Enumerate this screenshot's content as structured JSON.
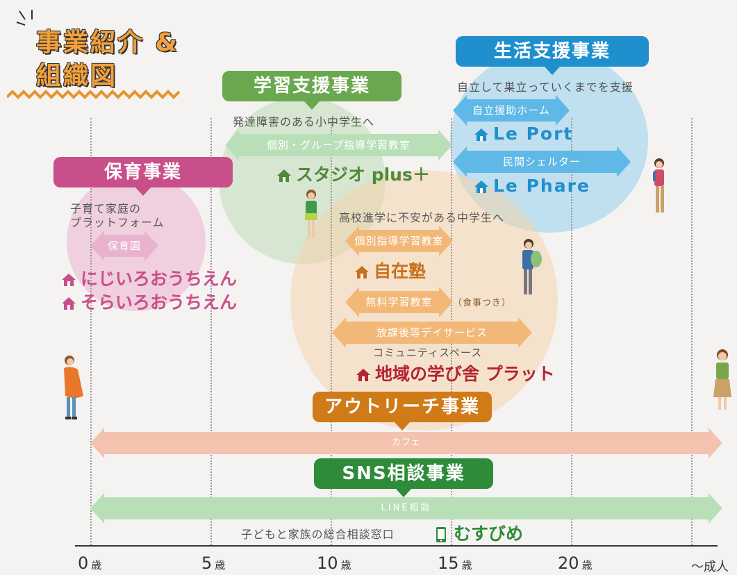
{
  "title": {
    "line1": "事業紹介 &",
    "line2": "組織図"
  },
  "ages": [
    "0",
    "5",
    "10",
    "15",
    "20",
    "〜成人"
  ],
  "age_unit": "歳",
  "colors": {
    "hoiku": "#c94f8a",
    "gakushu": "#6aa84f",
    "seikatsu": "#1f8fce",
    "outreach": "#d17a18",
    "sns": "#2e8b3a",
    "orange_arrow": "#f2b878",
    "pink_arrow": "#e9b3cf",
    "blue_arrow": "#5fb8e6",
    "cafe_arrow": "#f3c3b0",
    "line_arrow": "#b9dfb8"
  },
  "hoiku": {
    "header": "保育事業",
    "desc1": "子育て家庭の",
    "desc2": "プラットフォーム",
    "arrow": "保育園",
    "fac1": "にじいろおうちえん",
    "fac2": "そらいろおうちえん"
  },
  "gakushu": {
    "header": "学習支援事業",
    "desc": "発達障害のある小中学生へ",
    "arrow": "個別・グループ指導学習教室",
    "fac": "スタジオ plus＋",
    "desc2": "高校進学に不安がある中学生へ",
    "arrow2": "個別指導学習教室",
    "fac2": "自在塾",
    "arrow3": "無料学習教室",
    "note3": "（食事つき）",
    "arrow4": "放課後等デイサービス",
    "desc4": "コミュニティスペース",
    "fac4": "地域の学び舎 プラット"
  },
  "seikatsu": {
    "header": "生活支援事業",
    "desc": "自立して巣立っていくまでを支援",
    "arrow1": "自立援助ホーム",
    "fac1": "Le Port",
    "arrow2": "民間シェルター",
    "fac2": "Le Phare"
  },
  "outreach": {
    "header": "アウトリーチ事業",
    "arrow": "カフェ"
  },
  "sns": {
    "header": "SNS相談事業",
    "arrow": "LINE相談",
    "desc": "子どもと家族の総合相談窓口",
    "fac": "むすびめ"
  }
}
